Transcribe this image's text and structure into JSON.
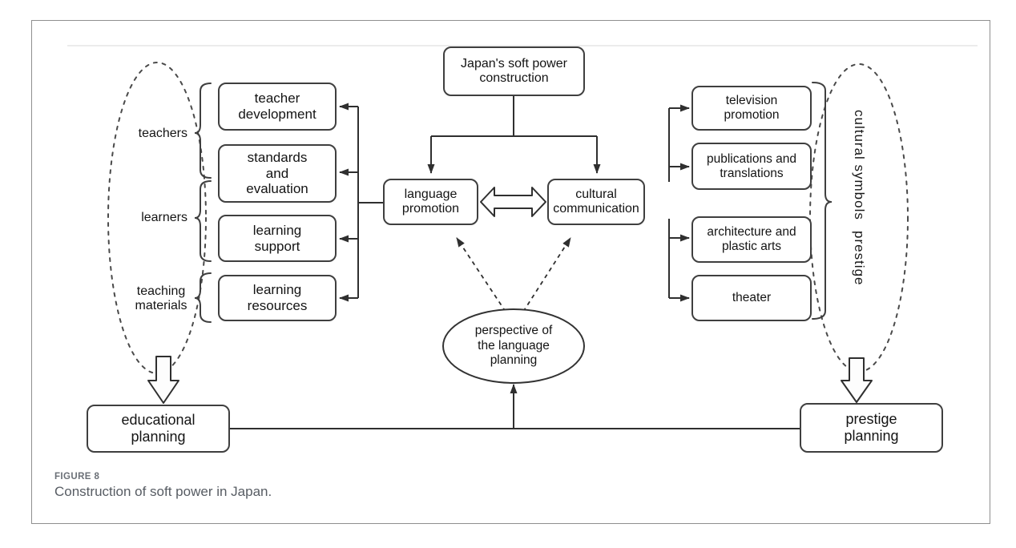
{
  "figure": {
    "caption_label": "FIGURE 8",
    "caption_text": "Construction of soft power in Japan."
  },
  "nodes": {
    "root": "Japan's soft power\nconstruction",
    "language_promotion": "language\npromotion",
    "cultural_communication": "cultural\ncommunication",
    "perspective": "perspective of\nthe language\nplanning",
    "educational_planning": "educational\nplanning",
    "prestige_planning": "prestige\nplanning"
  },
  "left_group": {
    "boxes": [
      "teacher\ndevelopment",
      "standards\nand\nevaluation",
      "learning\nsupport",
      "learning\nresources"
    ],
    "labels": [
      "teachers",
      "learners",
      "teaching\nmaterials"
    ]
  },
  "right_group": {
    "boxes": [
      "television\npromotion",
      "publications and\ntranslations",
      "architecture and\nplastic arts",
      "theater"
    ],
    "labels": [
      "cultural symbols",
      "prestige"
    ]
  },
  "colors": {
    "line": "#2f2f2f",
    "box_border": "#3f3f3f",
    "caption": "#575c63",
    "caption_label": "#6a6f76"
  }
}
